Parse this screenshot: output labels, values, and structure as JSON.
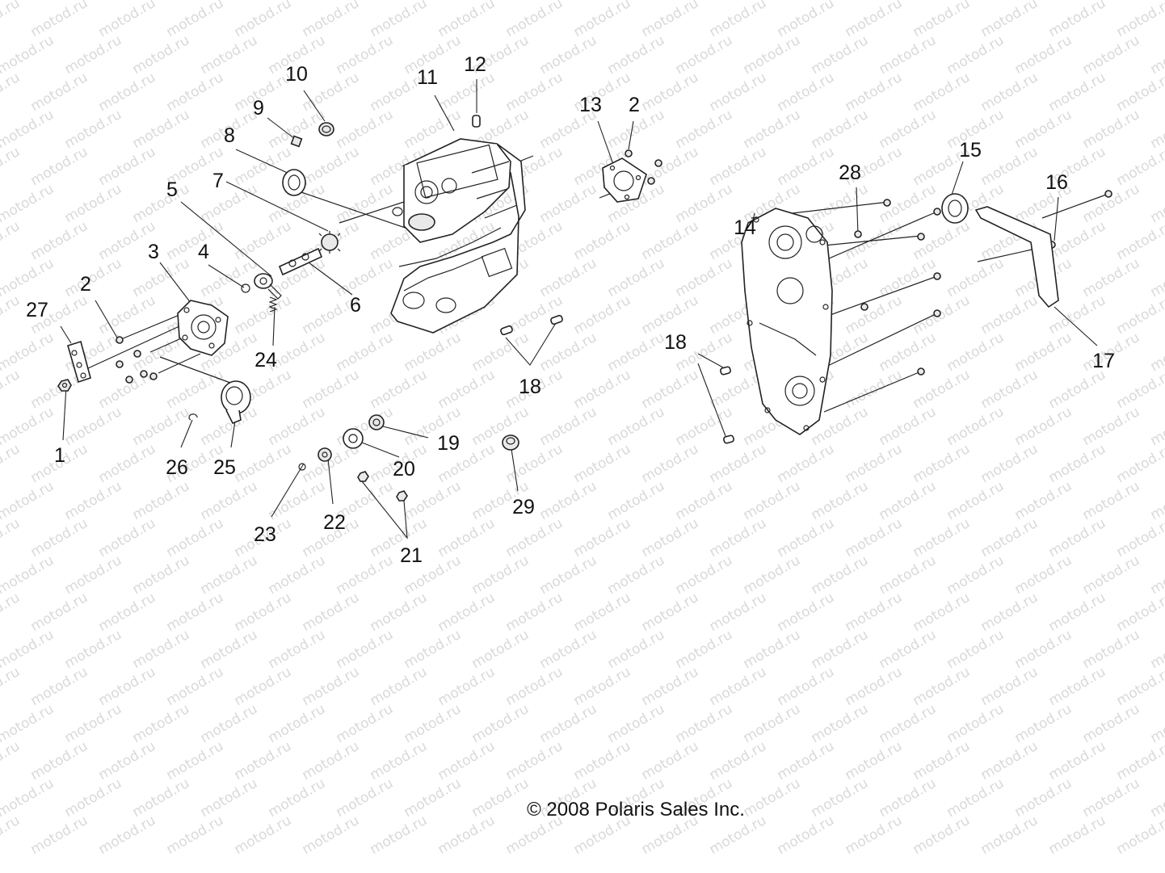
{
  "diagram": {
    "callouts": [
      {
        "id": "c1",
        "text": "1"
      },
      {
        "id": "c2a",
        "text": "2"
      },
      {
        "id": "c2b",
        "text": "2"
      },
      {
        "id": "c3",
        "text": "3"
      },
      {
        "id": "c4",
        "text": "4"
      },
      {
        "id": "c5",
        "text": "5"
      },
      {
        "id": "c6",
        "text": "6"
      },
      {
        "id": "c7",
        "text": "7"
      },
      {
        "id": "c8",
        "text": "8"
      },
      {
        "id": "c9",
        "text": "9"
      },
      {
        "id": "c10",
        "text": "10"
      },
      {
        "id": "c11",
        "text": "11"
      },
      {
        "id": "c12",
        "text": "12"
      },
      {
        "id": "c13",
        "text": "13"
      },
      {
        "id": "c14",
        "text": "14"
      },
      {
        "id": "c15",
        "text": "15"
      },
      {
        "id": "c16",
        "text": "16"
      },
      {
        "id": "c17",
        "text": "17"
      },
      {
        "id": "c18a",
        "text": "18"
      },
      {
        "id": "c18b",
        "text": "18"
      },
      {
        "id": "c19",
        "text": "19"
      },
      {
        "id": "c20",
        "text": "20"
      },
      {
        "id": "c21",
        "text": "21"
      },
      {
        "id": "c22",
        "text": "22"
      },
      {
        "id": "c23",
        "text": "23"
      },
      {
        "id": "c24",
        "text": "24"
      },
      {
        "id": "c25",
        "text": "25"
      },
      {
        "id": "c26",
        "text": "26"
      },
      {
        "id": "c27",
        "text": "27"
      },
      {
        "id": "c28",
        "text": "28"
      },
      {
        "id": "c29",
        "text": "29"
      }
    ],
    "copyright": "© 2008 Polaris Sales Inc.",
    "watermark": "motod.ru"
  }
}
